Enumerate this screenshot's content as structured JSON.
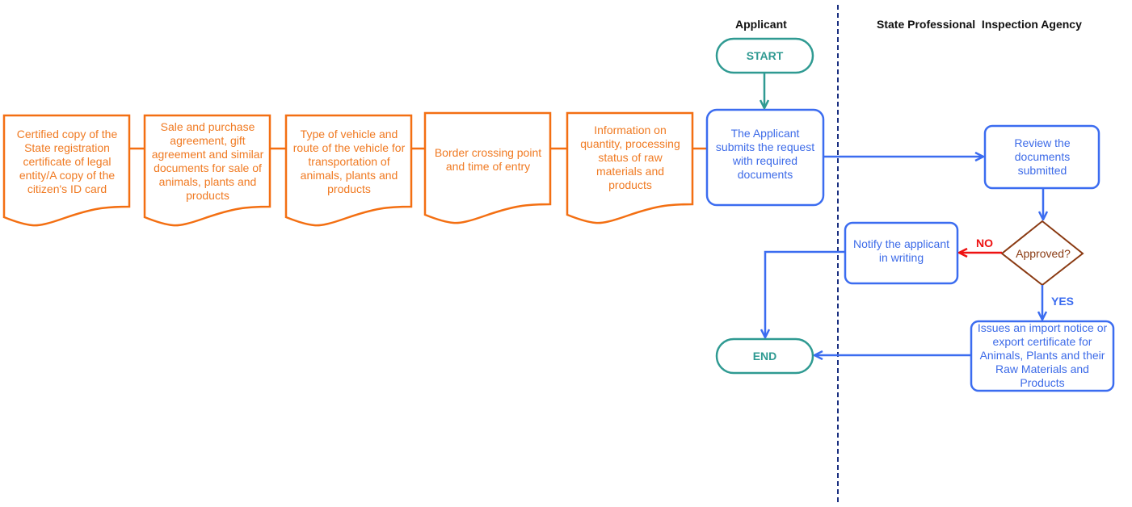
{
  "diagram": {
    "type": "swimlane-flowchart",
    "colors": {
      "document": "#f36f12",
      "process": "#3b6cf0",
      "terminal": "#2f9a92",
      "decision": "#8a3a12",
      "no_edge": "#ee1111",
      "lane_divider": "#1a2f80"
    },
    "lanes": [
      {
        "id": "applicant",
        "title": "Applicant"
      },
      {
        "id": "agency",
        "title": "State Professional  Inspection Agency"
      }
    ],
    "documents": [
      {
        "id": "doc1",
        "text": "Certified copy of the State registration certificate of legal entity/A copy of the citizen's ID card"
      },
      {
        "id": "doc2",
        "text": "Sale and purchase agreement, gift agreement and similar documents for sale of animals, plants and products"
      },
      {
        "id": "doc3",
        "text": "Type of vehicle and route of the vehicle for transportation of animals, plants and products"
      },
      {
        "id": "doc4",
        "text": "Border crossing point and time of entry"
      },
      {
        "id": "doc5",
        "text": "Information on quantity, processing status of raw materials and products"
      }
    ],
    "nodes": {
      "start": {
        "text": "START",
        "lane": "applicant",
        "shape": "terminal"
      },
      "submit": {
        "text": "The Applicant submits the request with required documents",
        "lane": "applicant",
        "shape": "process"
      },
      "review": {
        "text": "Review the documents submitted",
        "lane": "agency",
        "shape": "process"
      },
      "approved": {
        "text": "Approved?",
        "lane": "agency",
        "shape": "decision"
      },
      "notify": {
        "text": "Notify the applicant in writing",
        "lane": "agency",
        "shape": "process"
      },
      "issue": {
        "text": "Issues an import notice or export certificate for Animals, Plants and their Raw Materials and Products",
        "lane": "agency",
        "shape": "process"
      },
      "end": {
        "text": "END",
        "lane": "applicant",
        "shape": "terminal"
      }
    },
    "edges": [
      {
        "from": "start",
        "to": "submit",
        "label": ""
      },
      {
        "from": "submit",
        "to": "review",
        "label": ""
      },
      {
        "from": "review",
        "to": "approved",
        "label": ""
      },
      {
        "from": "approved",
        "to": "notify",
        "label": "NO"
      },
      {
        "from": "approved",
        "to": "issue",
        "label": "YES"
      },
      {
        "from": "notify",
        "to": "end",
        "label": ""
      },
      {
        "from": "issue",
        "to": "end",
        "label": ""
      }
    ],
    "edge_labels": {
      "no": "NO",
      "yes": "YES"
    }
  }
}
